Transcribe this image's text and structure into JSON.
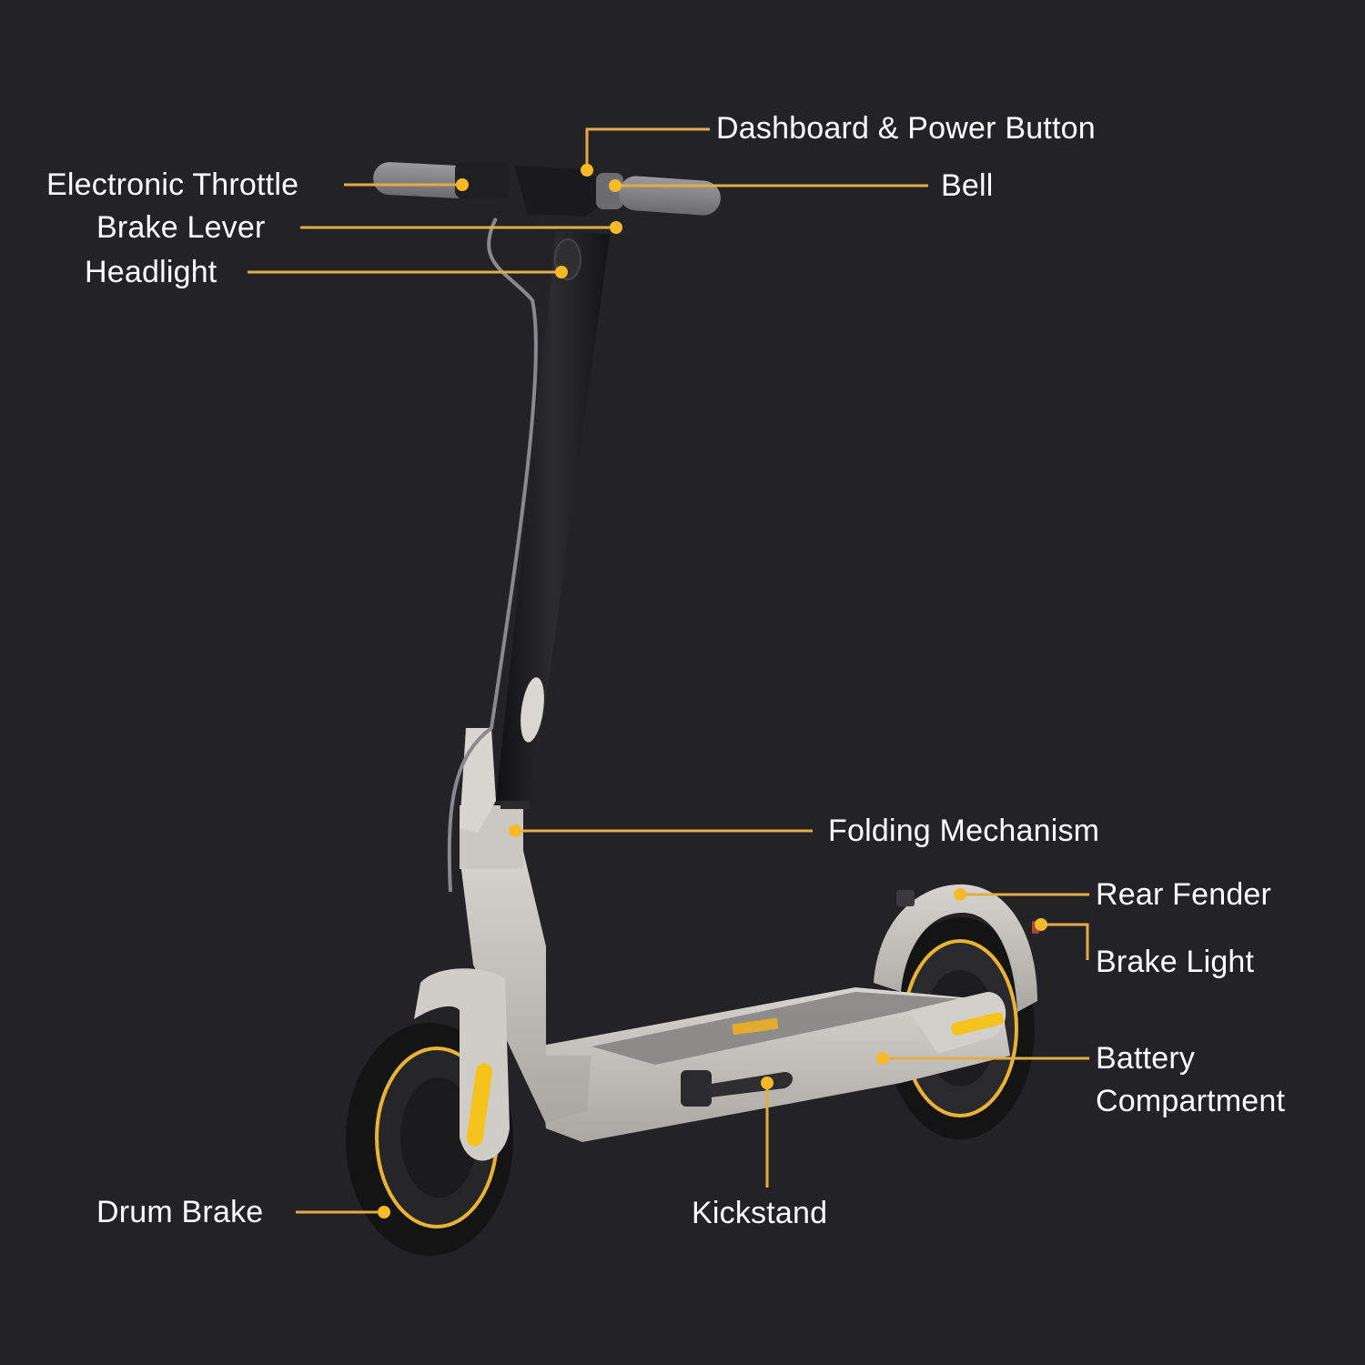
{
  "diagram": {
    "subject": "Electric kick scooter component callouts",
    "colors": {
      "background": "#232326",
      "callout_line": "#e3ac48",
      "callout_dot": "#f7b928",
      "label_text": "#ffffff",
      "scooter_body": "#c9c7c2",
      "scooter_stem": "#1c1c1e",
      "tire": "#151515",
      "rim_accent": "#e9b333",
      "reflector": "#f6c21c"
    },
    "callouts": [
      {
        "id": "dashboard",
        "label": "Dashboard & Power Button",
        "side": "right"
      },
      {
        "id": "throttle",
        "label": "Electronic Throttle",
        "side": "left"
      },
      {
        "id": "bell",
        "label": "Bell",
        "side": "right"
      },
      {
        "id": "brake_lever",
        "label": "Brake Lever",
        "side": "left"
      },
      {
        "id": "headlight",
        "label": "Headlight",
        "side": "left"
      },
      {
        "id": "folding",
        "label": "Folding Mechanism",
        "side": "right"
      },
      {
        "id": "rear_fender",
        "label": "Rear Fender",
        "side": "right"
      },
      {
        "id": "brake_light",
        "label": "Brake Light",
        "side": "right"
      },
      {
        "id": "battery",
        "label_line1": "Battery",
        "label_line2": "Compartment",
        "side": "right"
      },
      {
        "id": "drum_brake",
        "label": "Drum Brake",
        "side": "left"
      },
      {
        "id": "kickstand",
        "label": "Kickstand",
        "side": "bottom"
      }
    ]
  }
}
